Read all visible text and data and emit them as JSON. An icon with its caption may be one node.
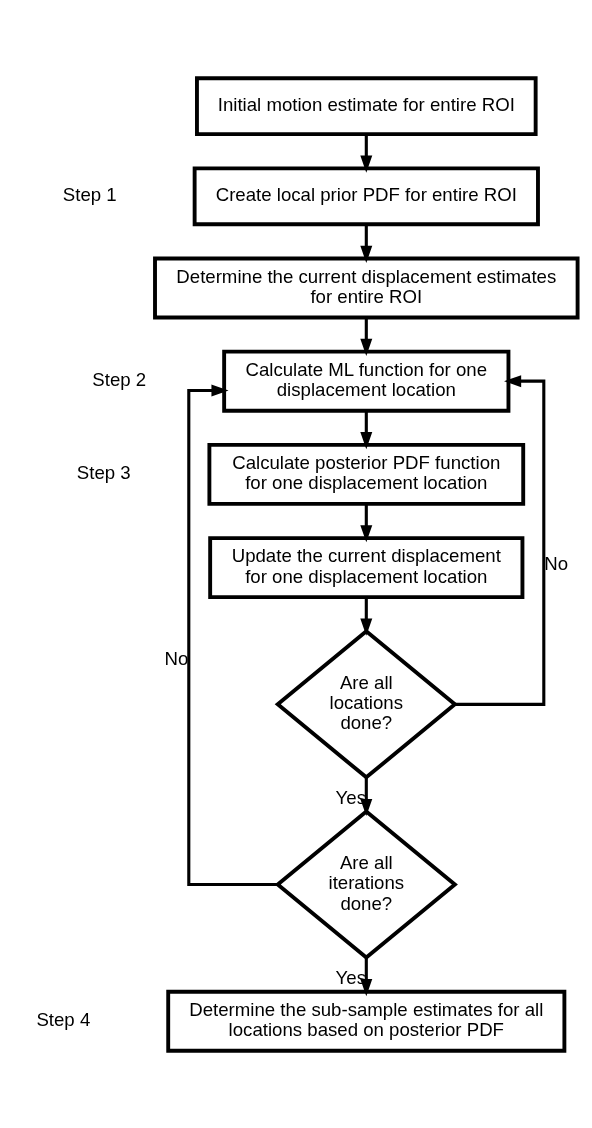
{
  "diagram": {
    "nodes": [
      {
        "text": [
          "Initial motion estimate for entire ROI"
        ]
      },
      {
        "text": [
          "Create local prior PDF for entire ROI"
        ]
      },
      {
        "text": [
          "Determine the current displacement estimates for entire ROI"
        ]
      },
      {
        "text": [
          "Calculate ML function for one displacement location"
        ]
      },
      {
        "text": [
          "Calculate posterior PDF function for one displacement location"
        ]
      },
      {
        "text": [
          "Update the current displacement for one displacement location"
        ]
      },
      {
        "text": [
          "Are all locations done?"
        ]
      },
      {
        "text": [
          "Are all iterations done?"
        ]
      },
      {
        "text": [
          "Determine the sub-sample estimates for all locations based on posterior PDF"
        ]
      }
    ],
    "edges": [
      {
        "from": 0,
        "to": 1,
        "arrow": "to"
      },
      {
        "from": 1,
        "to": 2,
        "arrow": "to"
      },
      {
        "from": 2,
        "to": 3,
        "arrow": "to"
      },
      {
        "from": 3,
        "to": 4,
        "arrow": "to"
      },
      {
        "from": 4,
        "to": 5,
        "arrow": "to"
      },
      {
        "from": 5,
        "to": 6,
        "arrow": "to"
      },
      {
        "from": 6,
        "to": 3,
        "arrow": "to",
        "label": "No"
      },
      {
        "from": 6,
        "to": 7,
        "arrow": "to",
        "label": "Yes"
      },
      {
        "from": 7,
        "to": 3,
        "arrow": "to",
        "label": "No"
      },
      {
        "from": 7,
        "to": 8,
        "arrow": "to",
        "label": "Yes"
      }
    ],
    "labels": [
      "Step 1",
      "Step 2",
      "Step 3",
      "Step 4"
    ]
  }
}
